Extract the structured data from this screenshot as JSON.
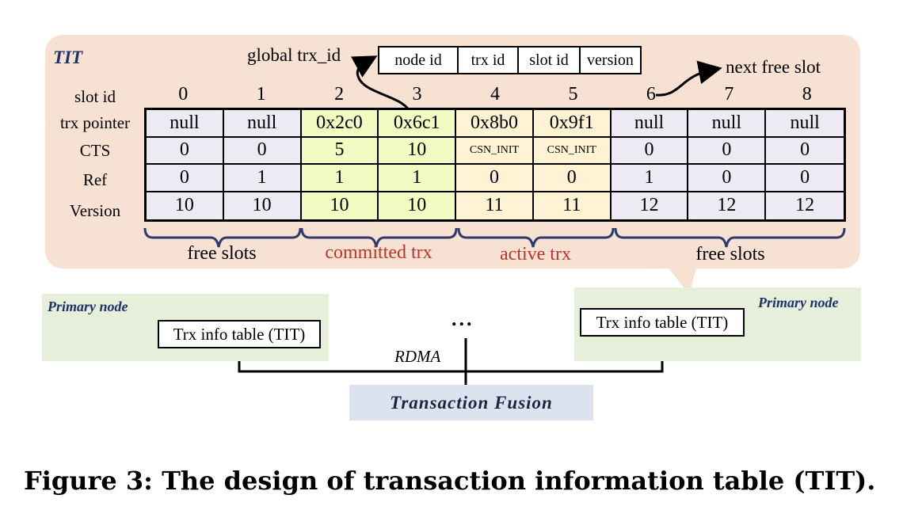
{
  "tit": {
    "title": "TIT",
    "global_id_label": "global trx_id",
    "global_id_fields": [
      "node id",
      "trx id",
      "slot id",
      "version"
    ],
    "next_free_label": "next free slot",
    "row_labels": [
      "slot id",
      "trx pointer",
      "CTS",
      "Ref",
      "Version"
    ],
    "slots": [
      {
        "id": "0",
        "pointer": "null",
        "cts": "0",
        "ref": "0",
        "version": "10",
        "state": "free"
      },
      {
        "id": "1",
        "pointer": "null",
        "cts": "0",
        "ref": "1",
        "version": "10",
        "state": "free"
      },
      {
        "id": "2",
        "pointer": "0x2c0",
        "cts": "5",
        "ref": "1",
        "version": "10",
        "state": "committed"
      },
      {
        "id": "3",
        "pointer": "0x6c1",
        "cts": "10",
        "ref": "1",
        "version": "10",
        "state": "committed"
      },
      {
        "id": "4",
        "pointer": "0x8b0",
        "cts": "CSN_INIT",
        "ref": "0",
        "version": "11",
        "state": "active"
      },
      {
        "id": "5",
        "pointer": "0x9f1",
        "cts": "CSN_INIT",
        "ref": "0",
        "version": "11",
        "state": "active"
      },
      {
        "id": "6",
        "pointer": "null",
        "cts": "0",
        "ref": "1",
        "version": "12",
        "state": "free"
      },
      {
        "id": "7",
        "pointer": "null",
        "cts": "0",
        "ref": "0",
        "version": "12",
        "state": "free"
      },
      {
        "id": "8",
        "pointer": "null",
        "cts": "0",
        "ref": "0",
        "version": "12",
        "state": "free"
      }
    ],
    "groups": [
      "free slots",
      "committed trx",
      "active trx",
      "free slots"
    ],
    "colors": {
      "free": "#edeaf4",
      "committed": "#f1fcc3",
      "active": "#fff3d3",
      "group_red": "#c0322b",
      "panel": "#f6e1d3"
    }
  },
  "nodes": {
    "left": {
      "label": "Primary node",
      "table": "Trx info table (TIT)"
    },
    "right": {
      "label": "Primary node",
      "table": "Trx info table (TIT)"
    },
    "ellipsis": "...",
    "rdma": "RDMA",
    "fusion": "Transaction Fusion"
  },
  "caption": "Figure 3: The design of transaction information table (TIT)."
}
